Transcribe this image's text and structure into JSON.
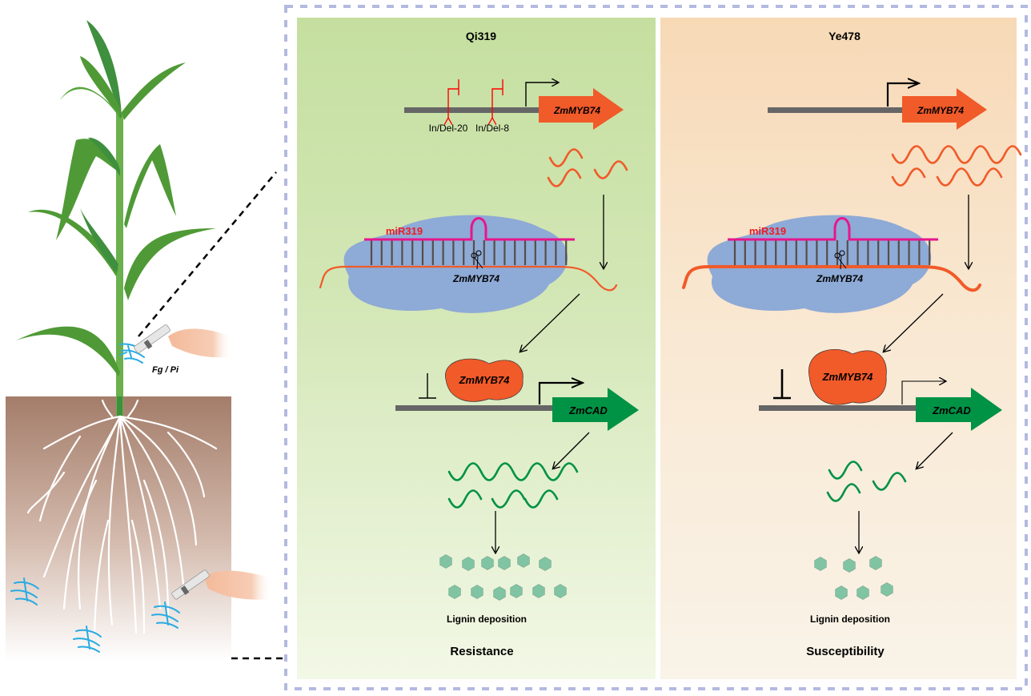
{
  "figure": {
    "left_illustration": {
      "inoculation_label": "Fg / Pi"
    },
    "panels": [
      {
        "id": "qi319",
        "title": "Qi319",
        "promoter_variants": [
          "In/Del-20",
          "In/Del-8"
        ],
        "target_gene": "ZmMYB74",
        "mirna_label": "miR319",
        "cleaved_transcript_label": "ZmMYB74",
        "protein_label": "ZmMYB74",
        "downstream_gene": "ZmCAD",
        "output_label": "Lignin deposition",
        "phenotype": "Resistance",
        "target_mrna_copies": 3,
        "zmcad_mrna_copies": 7,
        "lignin_units": 12,
        "background_color": "#c5dfa0"
      },
      {
        "id": "ye478",
        "title": "Ye478",
        "promoter_variants": [],
        "target_gene": "ZmMYB74",
        "mirna_label": "miR319",
        "cleaved_transcript_label": "ZmMYB74",
        "protein_label": "ZmMYB74",
        "downstream_gene": "ZmCAD",
        "output_label": "Lignin deposition",
        "phenotype": "Susceptibility",
        "target_mrna_copies": 7,
        "zmcad_mrna_copies": 3,
        "lignin_units": 6,
        "background_color": "#f7dab7"
      }
    ],
    "colors": {
      "orange_gene": "#f15a29",
      "green_gene": "#009245",
      "mirna_magenta": "#e6168c",
      "mirna_text": "#ed1c24",
      "risc_blue": "#8eaad6",
      "lignin_hex": "#80c4a3",
      "dash_border": "#b4b9e0",
      "indel_red": "#ff0000"
    }
  }
}
